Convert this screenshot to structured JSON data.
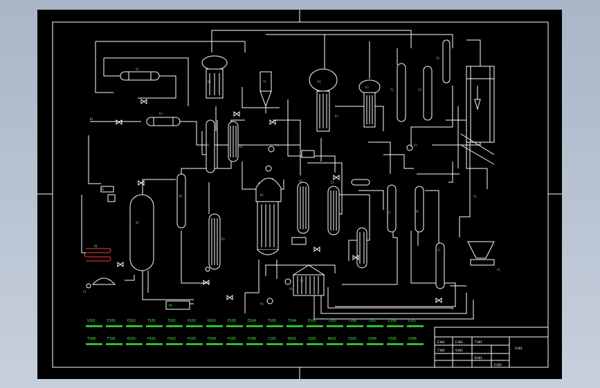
{
  "equipment_tags": {
    "v1": "V1",
    "e1": "E1",
    "e2": "E2",
    "t1": "T1",
    "t2": "T2",
    "v2": "V2",
    "r1": "R1",
    "e3": "E3",
    "e4": "E4",
    "t3": "T3",
    "t4": "T4",
    "e5": "E5",
    "t5": "T5",
    "t6": "T6",
    "t7": "T7",
    "e6": "E6",
    "e7": "E7",
    "t8": "T8",
    "f1": "F1",
    "r2": "R2",
    "p1": "P1",
    "p2": "P2",
    "p3": "P3",
    "p4": "P4",
    "p5": "P5",
    "p6": "P6",
    "c1": "C1",
    "h1": "H1",
    "s1": "S1",
    "n1": "N1",
    "feed": "N1",
    "exhaust": "S1"
  },
  "legend": {
    "row1": [
      "V101",
      "E101",
      "E102",
      "T101",
      "T102",
      "V102",
      "R101",
      "E103",
      "E104",
      "T103",
      "T104",
      "E105",
      "T105",
      "T106",
      "T107",
      "E106",
      "E107"
    ],
    "row2": [
      "T108",
      "F101",
      "R102",
      "P101",
      "P102",
      "P103",
      "P104",
      "P105",
      "P106",
      "C101",
      "H101",
      "S101",
      "N101",
      "V103",
      "V104",
      "V105",
      "V106"
    ]
  },
  "title_block": {
    "title": "V101",
    "cells": [
      "E101",
      "E102",
      "T101",
      "T102",
      "V102",
      "R101",
      "E103"
    ]
  }
}
